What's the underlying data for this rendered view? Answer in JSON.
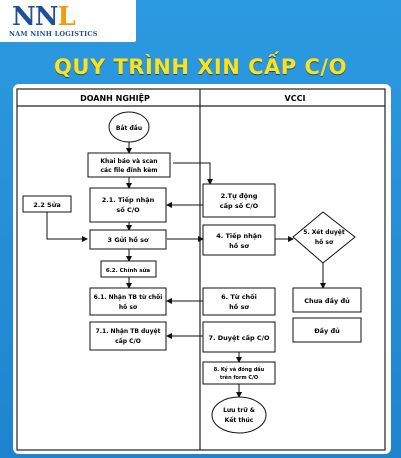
{
  "logo": {
    "mark_n": "NN",
    "mark_l": "L",
    "company": "NAM NINH LOGISTICS"
  },
  "title": "QUY TRÌNH XIN CẤP C/O",
  "columns": {
    "left": "DOANH NGHIỆP",
    "right": "VCCI"
  },
  "nodes": {
    "start": "Bắt đầu",
    "declare_l1": "Khai báo và scan",
    "declare_l2": "các file đính kèm",
    "receive_l1": "2.1. Tiếp nhận",
    "receive_l2": "số C/O",
    "auto_l1": "2.Tự động",
    "auto_l2": "cấp số C/O",
    "fix": "2.2 Sửa",
    "send": "3 Gửi hồ sơ",
    "accept_l1": "4. Tiếp nhận",
    "accept_l2": "hồ sơ",
    "review_l1": "5. Xét duyệt",
    "review_l2": "hồ sơ",
    "edit": "6.2. Chỉnh sửa",
    "reject_recv_l1": "6.1. Nhận TB từ chối",
    "reject_recv_l2": "hồ sơ",
    "reject_l1": "6. Từ chối",
    "reject_l2": "hồ sơ",
    "incomplete": "Chưa đầy đủ",
    "approve_recv_l1": "7.1. Nhận TB duyệt",
    "approve_recv_l2": "cấp C/O",
    "approve": "7. Duyệt cấp C/O",
    "complete": "Đầy đủ",
    "sign_l1": "8. Ký và đóng dấu",
    "sign_l2": "trên form C/O",
    "archive_l1": "Lưu trữ &",
    "archive_l2": "Kết thúc"
  },
  "colors": {
    "background": "#1e8fd8",
    "title": "#ffe119",
    "logo_blue": "#1d4f9a",
    "logo_orange": "#f39c12"
  }
}
